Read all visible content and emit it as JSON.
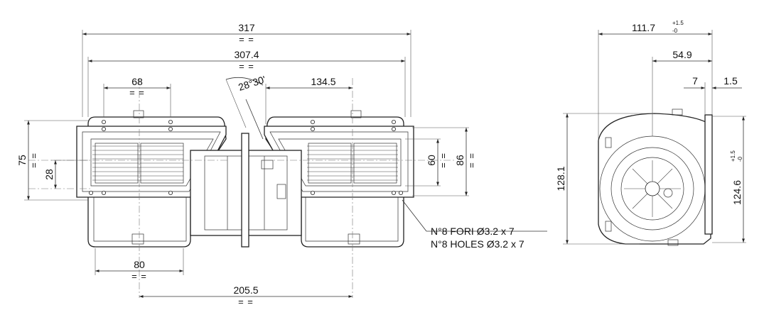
{
  "dimensions": {
    "overall_width": "317",
    "width_307": "307.4",
    "inlet_68": "68",
    "angle": "28°30'",
    "dist_134": "134.5",
    "foot_80": "80",
    "foot_205": "205.5",
    "h75": "75",
    "h28": "28",
    "h60": "60",
    "h86": "86",
    "side_width": "111.7",
    "side_width_tol_plus": "+1.5",
    "side_width_tol_minus": "-0",
    "side_54": "54.9",
    "side_7": "7",
    "side_1_5": "1.5",
    "side_height": "128.1",
    "side_124": "124.6",
    "side_124_tol_plus": "+1.5",
    "side_124_tol_minus": "-0"
  },
  "symmetry_mark": "= =",
  "notes": {
    "holes_it": "N°8 FORI Ø3.2 x 7",
    "holes_en": "N°8 HOLES Ø3.2 x 7"
  }
}
